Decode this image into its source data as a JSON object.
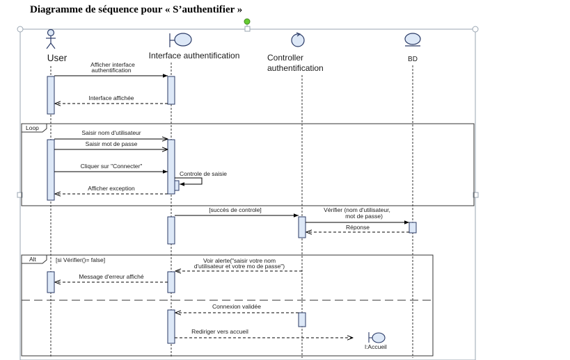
{
  "title": "Diagramme de séquence pour « S’authentifier »",
  "lifelines": [
    {
      "id": "user",
      "label": "User",
      "kind": "actor"
    },
    {
      "id": "ui",
      "label": "Interface  authentification",
      "kind": "boundary"
    },
    {
      "id": "ctrl",
      "label_line1": "Controller",
      "label_line2": "authentification",
      "kind": "control"
    },
    {
      "id": "db",
      "label": "BD",
      "kind": "entity"
    }
  ],
  "messages": {
    "m1_line1": "Afficher interface",
    "m1_line2": "authentification",
    "m2": "Interface affichée",
    "m3": "Saisir nom d'utilisateur",
    "m4": "Saisir mot de passe",
    "m5": "Cliquer sur \"Connecter\"",
    "m6": "Controle de saisie",
    "m7": "Afficher exception",
    "m8": "[succès de controle]",
    "m9_line1": "Vérifier (nom d'utilisateur,",
    "m9_line2": "mot de passe)",
    "m10": "Réponse",
    "m11_line1": "Voir alerte(\"saisir votre nom",
    "m11_line2": "d'utilisateur et votre mo de passe\")",
    "m12": "Message d'erreur affiché",
    "m13": "Connexion validée",
    "m14": "Rediriger vers accueil"
  },
  "fragments": {
    "loop_label": "Loop",
    "alt_label": "Alt",
    "alt_guard": "[si Vérifier()= false]"
  },
  "created_object": {
    "label": "l:Accueil",
    "kind": "boundary"
  },
  "colors": {
    "activation_fill": "#dde8f7",
    "activation_stroke": "#2a3a66",
    "head_fill": "#dde8f7",
    "frame": "#333333",
    "selection_handle": "#9aa6b2",
    "handle_top": "#66cc33"
  }
}
